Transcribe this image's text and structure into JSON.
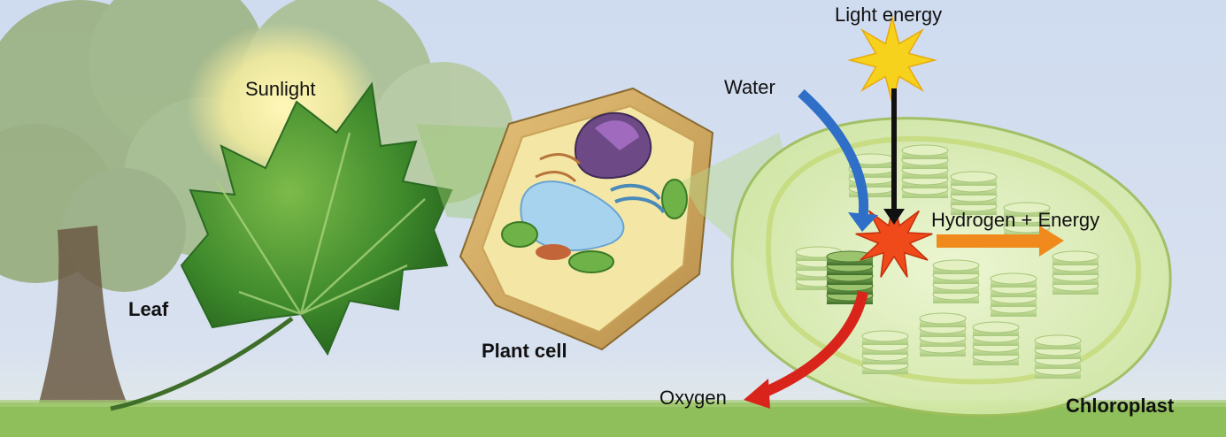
{
  "labels": {
    "light_energy": "Light energy",
    "sunlight": "Sunlight",
    "water": "Water",
    "hydrogen_energy": "Hydrogen + Energy",
    "leaf": "Leaf",
    "plant_cell": "Plant cell",
    "oxygen": "Oxygen",
    "chloroplast": "Chloroplast"
  },
  "colors": {
    "sky": "#c9d6ea",
    "grass": "#8fbf5a",
    "leaf": "#3f8a2c",
    "cell_wall": "#d9b36b",
    "chloroplast": "#dcefb4",
    "thylakoid": "#b9d58e",
    "water_arrow": "#2f6fc8",
    "light_arrow": "#111111",
    "energy_arrow": "#f08a1c",
    "oxygen_arrow": "#d8241a",
    "star_yellow": "#f7d21c",
    "star_red": "#f04a1a"
  }
}
